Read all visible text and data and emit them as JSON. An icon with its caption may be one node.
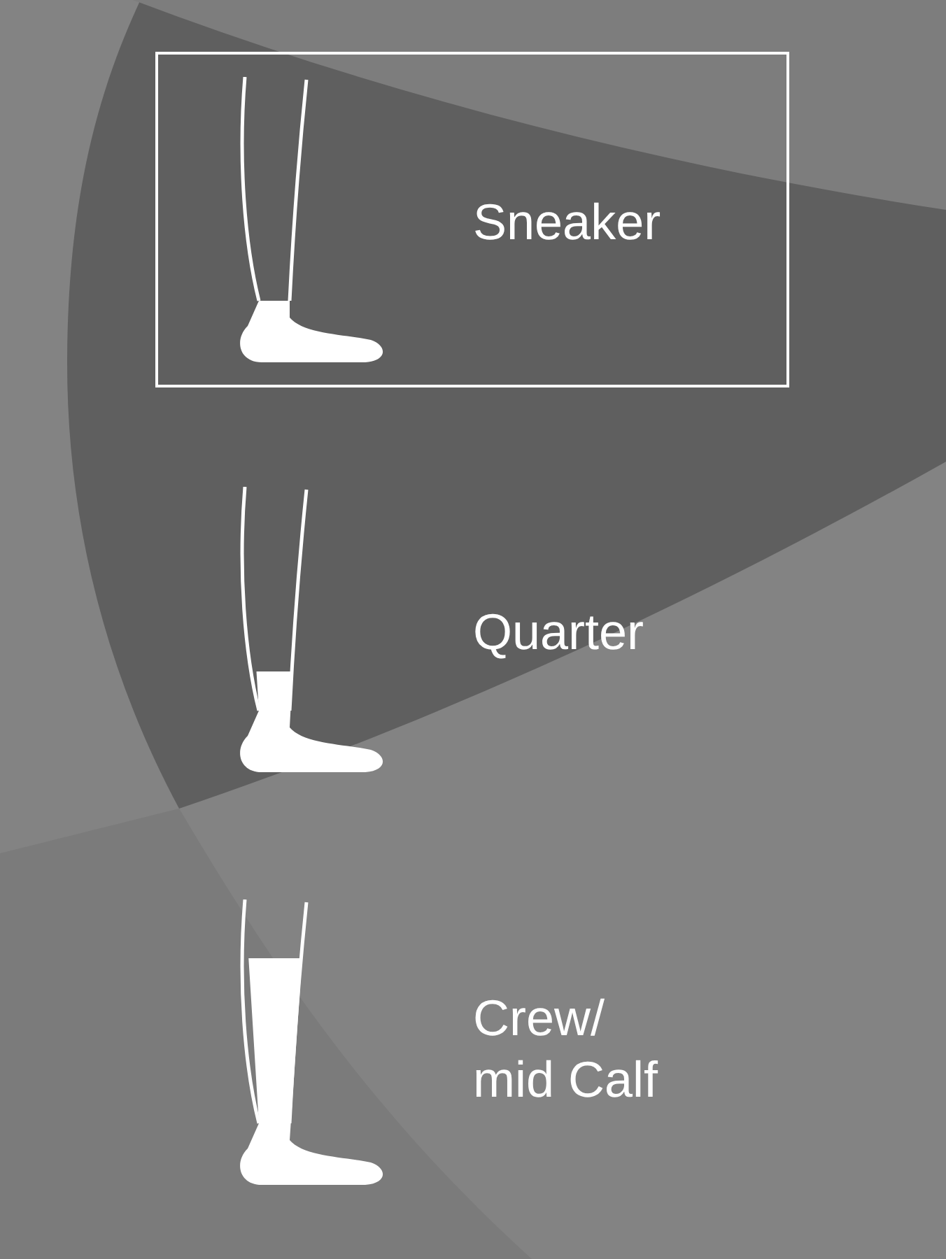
{
  "diagram": {
    "nodes": [
      {
        "text": [
          "Sneaker"
        ]
      }
    ],
    "labels": [
      "Quarter",
      "Crew/ mid Calf"
    ]
  }
}
